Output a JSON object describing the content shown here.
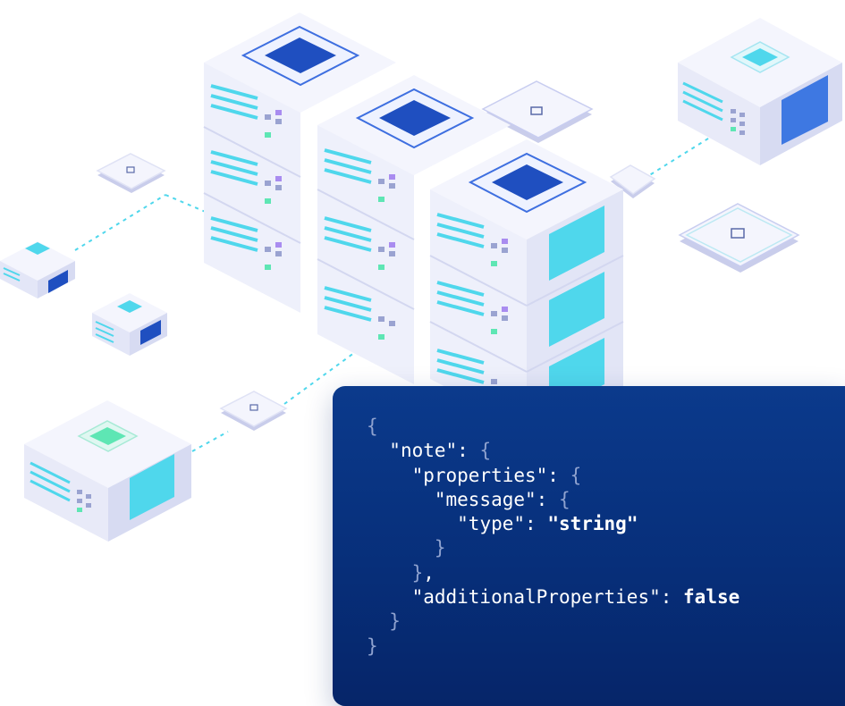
{
  "colors": {
    "panel_top": "#0b3a8c",
    "panel_bottom": "#062569",
    "bracket": "#8fa2cf",
    "text": "#ffffff",
    "accent_cyan": "#4fd7ec",
    "accent_blue": "#1f4fc0",
    "accent_green": "#5ee6b4",
    "accent_purple": "#a98cf0",
    "server_body": "#eef0fb",
    "server_shadow": "#c9cdeb",
    "connector_line": "#4fd7ec"
  },
  "illustration": {
    "icons": [
      "server-rack-icon",
      "server-box-icon",
      "chip-tile-icon",
      "connector-line-icon"
    ]
  },
  "code": {
    "open_brace": "{",
    "note_key": "\"note\"",
    "note_colon": ": ",
    "note_open": "{",
    "properties_key": "\"properties\"",
    "properties_colon": ": ",
    "properties_open": "{",
    "message_key": "\"message\"",
    "message_colon": ": ",
    "message_open": "{",
    "type_key": "\"type\"",
    "type_colon": ": ",
    "type_value": "\"string\"",
    "message_close": "}",
    "properties_close": "}",
    "properties_comma": ",",
    "additional_key": "\"additionalProperties\"",
    "additional_colon": ": ",
    "additional_value": "false",
    "note_close": "}",
    "close_brace": "}"
  }
}
